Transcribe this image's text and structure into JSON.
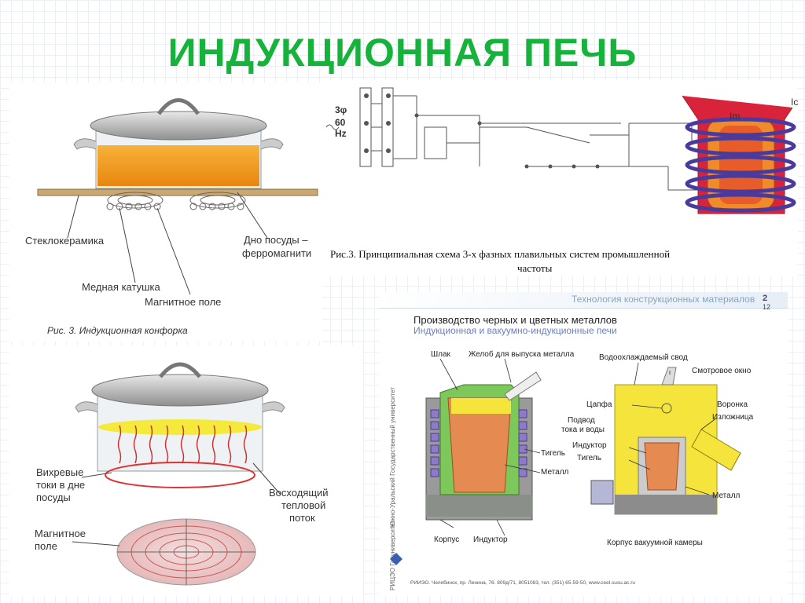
{
  "slide": {
    "title": "ИНДУКЦИОННАЯ ПЕЧЬ"
  },
  "burner": {
    "labels": {
      "glass": "Стеклокерамика",
      "pot_bottom_1": "Дно посуды –",
      "pot_bottom_2": "ферромагнити",
      "copper_coil": "Медная катушка",
      "magnetic_field": "Магнитное поле"
    },
    "caption": "Рис. 3. Индукционная конфорка"
  },
  "eddy": {
    "labels": {
      "eddy_1": "Вихревые",
      "eddy_2": "токи в дне",
      "eddy_3": "посуды",
      "heat_1": "Восходящий",
      "heat_2": "тепловой",
      "heat_3": "поток",
      "field_1": "Магнитное",
      "field_2": "поле"
    }
  },
  "circuit": {
    "labels": {
      "phase": "3φ",
      "freq": "60",
      "hz": "Hz",
      "ic": "Ic",
      "im": "Im"
    },
    "caption_line1": "Рис.3. Принципиальная схема 3-х фазных плавильных систем промышленной",
    "caption_line2": "частоты"
  },
  "furnace": {
    "header_text": "Технология конструкционных материалов",
    "page_num": "2",
    "page_sub": "12",
    "heading": "Производство черных и цветных металлов",
    "subheading": "Индукционная и вакуумно-индукционные печи",
    "side_text": "Южно-Уральский Государственный университет",
    "side_text_2": "РИЦЭО Госуниверситет",
    "footer": "РИИЭО. Челябинск, пр. Ленина, 76. 809д/71, 8051083, тел. (351) 65-59-50, www.ceel.susu.ac.ru",
    "labels": {
      "slag": "Шлак",
      "chute": "Желоб для выпуска металла",
      "crucible": "Тигель",
      "metal": "Металл",
      "body": "Корпус",
      "inductor": "Индуктор",
      "roof": "Водоохлаждаемый свод",
      "window": "Смотровое окно",
      "trunnion": "Цапфа",
      "funnel": "Воронка",
      "mold": "Изложница",
      "feed_1": "Подвод",
      "feed_2": "тока и воды",
      "inductor2": "Индуктор",
      "crucible2": "Тигель",
      "metal2": "Металл",
      "chamber": "Корпус вакуумной камеры"
    }
  },
  "colors": {
    "title": "#17b23c",
    "oil": "#f29b1e",
    "coil": "#4a3a9c",
    "furnace_yellow": "#f4e43c",
    "refractory": "#8ad06a"
  }
}
